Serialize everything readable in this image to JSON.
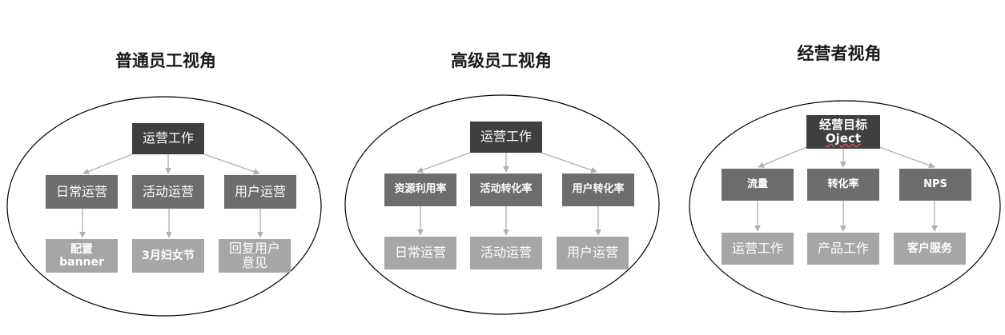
{
  "sections": [
    {
      "title": "普通员工视角",
      "root": "运营工作",
      "children": [
        {
          "label": "日常运营",
          "leaf": "配置 banner"
        },
        {
          "label": "活动运营",
          "leaf": "3月妇女节"
        },
        {
          "label": "用户运营",
          "leaf": "回复用户意见"
        }
      ]
    },
    {
      "title": "高级员工视角",
      "root": "运营工作",
      "children": [
        {
          "label": "资源利用率",
          "leaf": "日常运营"
        },
        {
          "label": "活动转化率",
          "leaf": "活动运营"
        },
        {
          "label": "用户转化率",
          "leaf": "用户运营"
        }
      ]
    },
    {
      "title": "经营者视角",
      "root_line1": "经营目标",
      "root_line2": "Oject",
      "children": [
        {
          "label": "流量",
          "leaf": "运营工作"
        },
        {
          "label": "转化率",
          "leaf": "产品工作"
        },
        {
          "label": "NPS",
          "leaf": "客户服务"
        }
      ]
    }
  ]
}
